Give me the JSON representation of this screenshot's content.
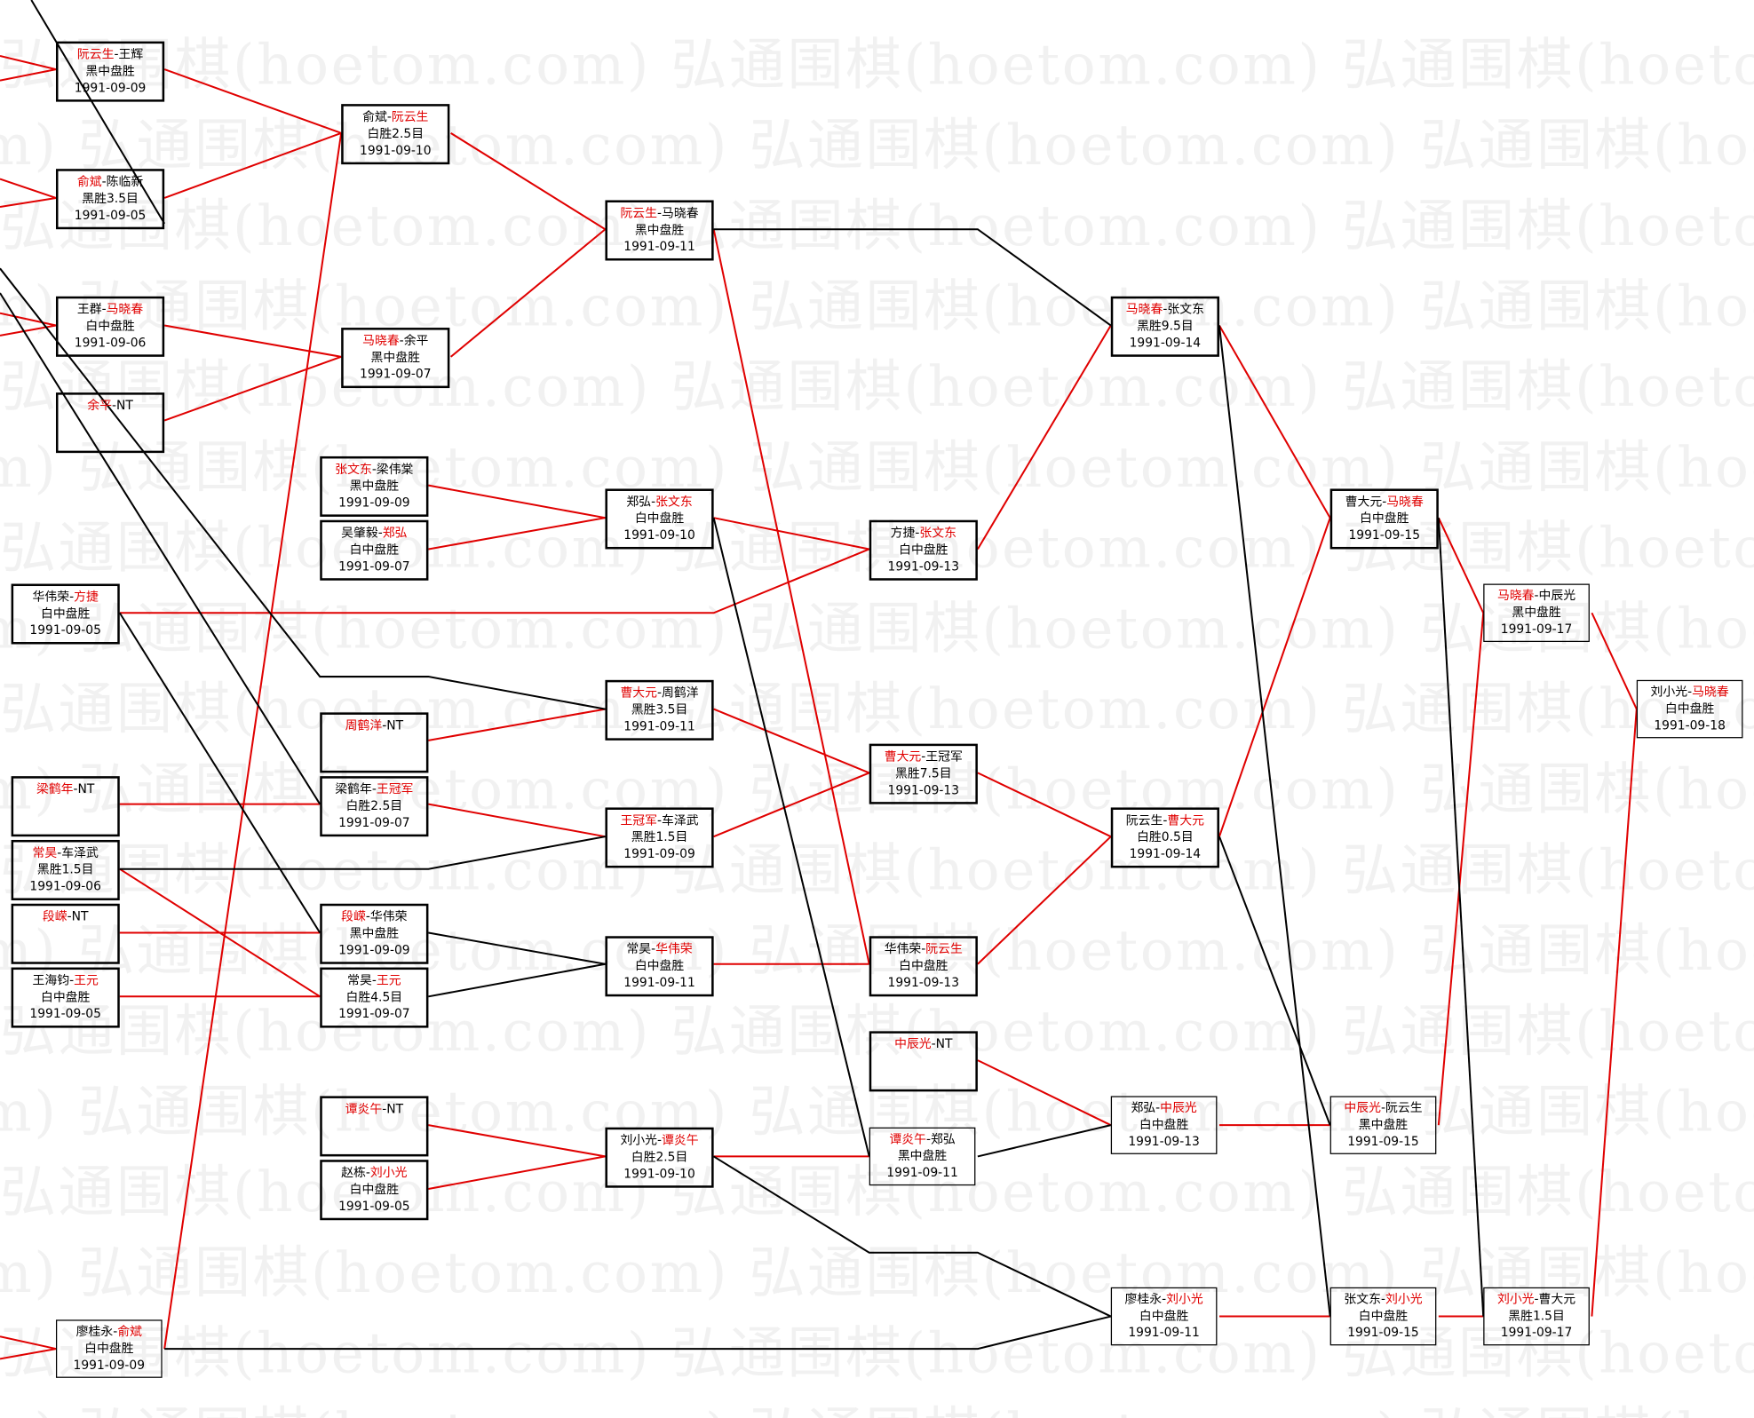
{
  "watermark": "弘通围棋(hoetom.com)",
  "colors": {
    "winner": "#e00000",
    "winner_line": "#e00000",
    "loser_line": "#000000"
  },
  "games": [
    {
      "players": [
        "阮云生",
        "王辉"
      ],
      "winner": 0,
      "result": "黑中盘胜",
      "date": "1991-09-09"
    },
    {
      "players": [
        "俞斌",
        "陈临新"
      ],
      "winner": 0,
      "result": "黑胜3.5目",
      "date": "1991-09-05"
    },
    {
      "players": [
        "王群",
        "马晓春"
      ],
      "winner": 1,
      "result": "白中盘胜",
      "date": "1991-09-06"
    },
    {
      "players": [
        "余平",
        "NT"
      ],
      "winner": 0,
      "result": "",
      "date": ""
    },
    {
      "players": [
        "华伟荣",
        "方捷"
      ],
      "winner": 1,
      "result": "白中盘胜",
      "date": "1991-09-05"
    },
    {
      "players": [
        "梁鹤年",
        "NT"
      ],
      "winner": 0,
      "result": "",
      "date": ""
    },
    {
      "players": [
        "常昊",
        "车泽武"
      ],
      "winner": 0,
      "result": "黑胜1.5目",
      "date": "1991-09-06"
    },
    {
      "players": [
        "段嵘",
        "NT"
      ],
      "winner": 0,
      "result": "",
      "date": ""
    },
    {
      "players": [
        "王海钧",
        "王元"
      ],
      "winner": 1,
      "result": "白中盘胜",
      "date": "1991-09-05"
    },
    {
      "players": [
        "廖桂永",
        "俞斌"
      ],
      "winner": 1,
      "result": "白中盘胜",
      "date": "1991-09-09"
    },
    {
      "players": [
        "俞斌",
        "阮云生"
      ],
      "winner": 1,
      "result": "白胜2.5目",
      "date": "1991-09-10"
    },
    {
      "players": [
        "马晓春",
        "余平"
      ],
      "winner": 0,
      "result": "黑中盘胜",
      "date": "1991-09-07"
    },
    {
      "players": [
        "张文东",
        "梁伟棠"
      ],
      "winner": 0,
      "result": "黑中盘胜",
      "date": "1991-09-09"
    },
    {
      "players": [
        "吴肇毅",
        "郑弘"
      ],
      "winner": 1,
      "result": "白中盘胜",
      "date": "1991-09-07"
    },
    {
      "players": [
        "周鹤洋",
        "NT"
      ],
      "winner": 0,
      "result": "",
      "date": ""
    },
    {
      "players": [
        "梁鹤年",
        "王冠军"
      ],
      "winner": 1,
      "result": "白胜2.5目",
      "date": "1991-09-07"
    },
    {
      "players": [
        "段嵘",
        "华伟荣"
      ],
      "winner": 0,
      "result": "黑中盘胜",
      "date": "1991-09-09"
    },
    {
      "players": [
        "常昊",
        "王元"
      ],
      "winner": 1,
      "result": "白胜4.5目",
      "date": "1991-09-07"
    },
    {
      "players": [
        "谭炎午",
        "NT"
      ],
      "winner": 0,
      "result": "",
      "date": ""
    },
    {
      "players": [
        "赵栋",
        "刘小光"
      ],
      "winner": 1,
      "result": "白中盘胜",
      "date": "1991-09-05"
    },
    {
      "players": [
        "阮云生",
        "马晓春"
      ],
      "winner": 0,
      "result": "黑中盘胜",
      "date": "1991-09-11"
    },
    {
      "players": [
        "郑弘",
        "张文东"
      ],
      "winner": 1,
      "result": "白中盘胜",
      "date": "1991-09-10"
    },
    {
      "players": [
        "曹大元",
        "周鹤洋"
      ],
      "winner": 0,
      "result": "黑胜3.5目",
      "date": "1991-09-11"
    },
    {
      "players": [
        "王冠军",
        "车泽武"
      ],
      "winner": 0,
      "result": "黑胜1.5目",
      "date": "1991-09-09"
    },
    {
      "players": [
        "常昊",
        "华伟荣"
      ],
      "winner": 1,
      "result": "白中盘胜",
      "date": "1991-09-11"
    },
    {
      "players": [
        "刘小光",
        "谭炎午"
      ],
      "winner": 1,
      "result": "白胜2.5目",
      "date": "1991-09-10"
    },
    {
      "players": [
        "方捷",
        "张文东"
      ],
      "winner": 1,
      "result": "白中盘胜",
      "date": "1991-09-13"
    },
    {
      "players": [
        "曹大元",
        "王冠军"
      ],
      "winner": 0,
      "result": "黑胜7.5目",
      "date": "1991-09-13"
    },
    {
      "players": [
        "华伟荣",
        "阮云生"
      ],
      "winner": 1,
      "result": "白中盘胜",
      "date": "1991-09-13"
    },
    {
      "players": [
        "中辰光",
        "NT"
      ],
      "winner": 0,
      "result": "",
      "date": ""
    },
    {
      "players": [
        "谭炎午",
        "郑弘"
      ],
      "winner": 0,
      "result": "黑中盘胜",
      "date": "1991-09-11"
    },
    {
      "players": [
        "马晓春",
        "张文东"
      ],
      "winner": 0,
      "result": "黑胜9.5目",
      "date": "1991-09-14"
    },
    {
      "players": [
        "阮云生",
        "曹大元"
      ],
      "winner": 1,
      "result": "白胜0.5目",
      "date": "1991-09-14"
    },
    {
      "players": [
        "郑弘",
        "中辰光"
      ],
      "winner": 1,
      "result": "白中盘胜",
      "date": "1991-09-13"
    },
    {
      "players": [
        "廖桂永",
        "刘小光"
      ],
      "winner": 1,
      "result": "白中盘胜",
      "date": "1991-09-11"
    },
    {
      "players": [
        "曹大元",
        "马晓春"
      ],
      "winner": 1,
      "result": "白中盘胜",
      "date": "1991-09-15"
    },
    {
      "players": [
        "中辰光",
        "阮云生"
      ],
      "winner": 0,
      "result": "黑中盘胜",
      "date": "1991-09-15"
    },
    {
      "players": [
        "张文东",
        "刘小光"
      ],
      "winner": 1,
      "result": "白中盘胜",
      "date": "1991-09-15"
    },
    {
      "players": [
        "马晓春",
        "中辰光"
      ],
      "winner": 0,
      "result": "黑中盘胜",
      "date": "1991-09-17"
    },
    {
      "players": [
        "刘小光",
        "曹大元"
      ],
      "winner": 0,
      "result": "黑胜1.5目",
      "date": "1991-09-17"
    },
    {
      "players": [
        "刘小光",
        "马晓春"
      ],
      "winner": 1,
      "result": "白中盘胜",
      "date": "1991-09-18"
    }
  ]
}
